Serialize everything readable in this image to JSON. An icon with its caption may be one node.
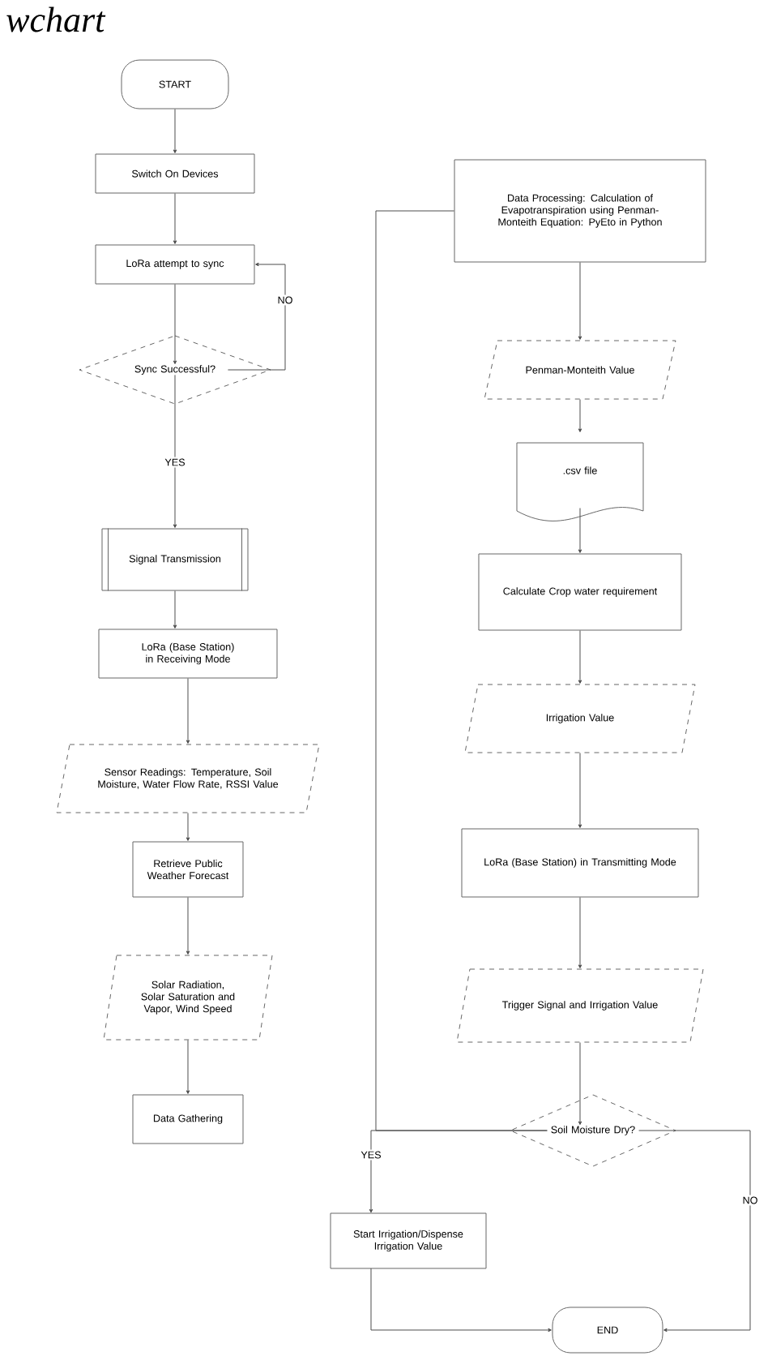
{
  "diagram": {
    "title": "wchart",
    "nodes": [
      {
        "text": [
          "START"
        ]
      },
      {
        "text": [
          "Switch On Devices"
        ]
      },
      {
        "text": [
          "LoRa attempt to sync"
        ]
      },
      {
        "text": [
          "Sync Successful?"
        ]
      },
      {
        "text": [
          "Signal Transmission"
        ]
      },
      {
        "text": [
          "LoRa (Base Station) in Receiving Mode"
        ]
      },
      {
        "text": [
          "Sensor Readings: Temperature, Soil Moisture, Water Flow Rate, RSSI Value"
        ]
      },
      {
        "text": [
          "Retrieve Public Weather Forecast"
        ]
      },
      {
        "text": [
          "Solar Radiation, Solar Saturation and Vapor, Wind Speed"
        ]
      },
      {
        "text": [
          "Data Gathering"
        ]
      },
      {
        "text": [
          "Data Processing: Calculation of Evapotranspiration using Penman-Monteith Equation: PyEto in Python"
        ]
      },
      {
        "text": [
          "Penman-Monteith Value"
        ]
      },
      {
        "text": [
          ".csv file"
        ]
      },
      {
        "text": [
          "Calculate Crop water requirement"
        ]
      },
      {
        "text": [
          "Irrigation Value"
        ]
      },
      {
        "text": [
          "LoRa (Base Station) in Transmitting Mode"
        ]
      },
      {
        "text": [
          "Trigger Signal and Irrigation Value"
        ]
      },
      {
        "text": [
          "Soil Moisture Dry?"
        ]
      },
      {
        "text": [
          "Start Irrigation/Dispense Irrigation Value"
        ]
      },
      {
        "text": [
          "END"
        ]
      }
    ],
    "edges": [
      {
        "from": 0,
        "to": 1,
        "arrow": "to"
      },
      {
        "from": 1,
        "to": 2,
        "arrow": "to"
      },
      {
        "from": 2,
        "to": 3,
        "arrow": "to"
      },
      {
        "from": 3,
        "to": 2,
        "arrow": "to",
        "label": "NO"
      },
      {
        "from": 3,
        "to": 4,
        "arrow": "to",
        "label": "YES"
      },
      {
        "from": 4,
        "to": 5,
        "arrow": "to"
      },
      {
        "from": 5,
        "to": 6,
        "arrow": "to"
      },
      {
        "from": 6,
        "to": 7,
        "arrow": "to"
      },
      {
        "from": 7,
        "to": 8,
        "arrow": "to"
      },
      {
        "from": 8,
        "to": 9,
        "arrow": "to"
      },
      {
        "from": 17,
        "to": 10,
        "arrow": "none"
      },
      {
        "from": 10,
        "to": 11,
        "arrow": "to"
      },
      {
        "from": 11,
        "to": 12,
        "arrow": "to"
      },
      {
        "from": 12,
        "to": 13,
        "arrow": "to"
      },
      {
        "from": 13,
        "to": 14,
        "arrow": "to"
      },
      {
        "from": 14,
        "to": 15,
        "arrow": "to"
      },
      {
        "from": 15,
        "to": 16,
        "arrow": "to"
      },
      {
        "from": 16,
        "to": 17,
        "arrow": "to"
      },
      {
        "from": 17,
        "to": 18,
        "arrow": "to",
        "label": "YES"
      },
      {
        "from": 17,
        "to": 19,
        "arrow": "to",
        "label": "NO"
      },
      {
        "from": 18,
        "to": 19,
        "arrow": "to"
      }
    ]
  }
}
